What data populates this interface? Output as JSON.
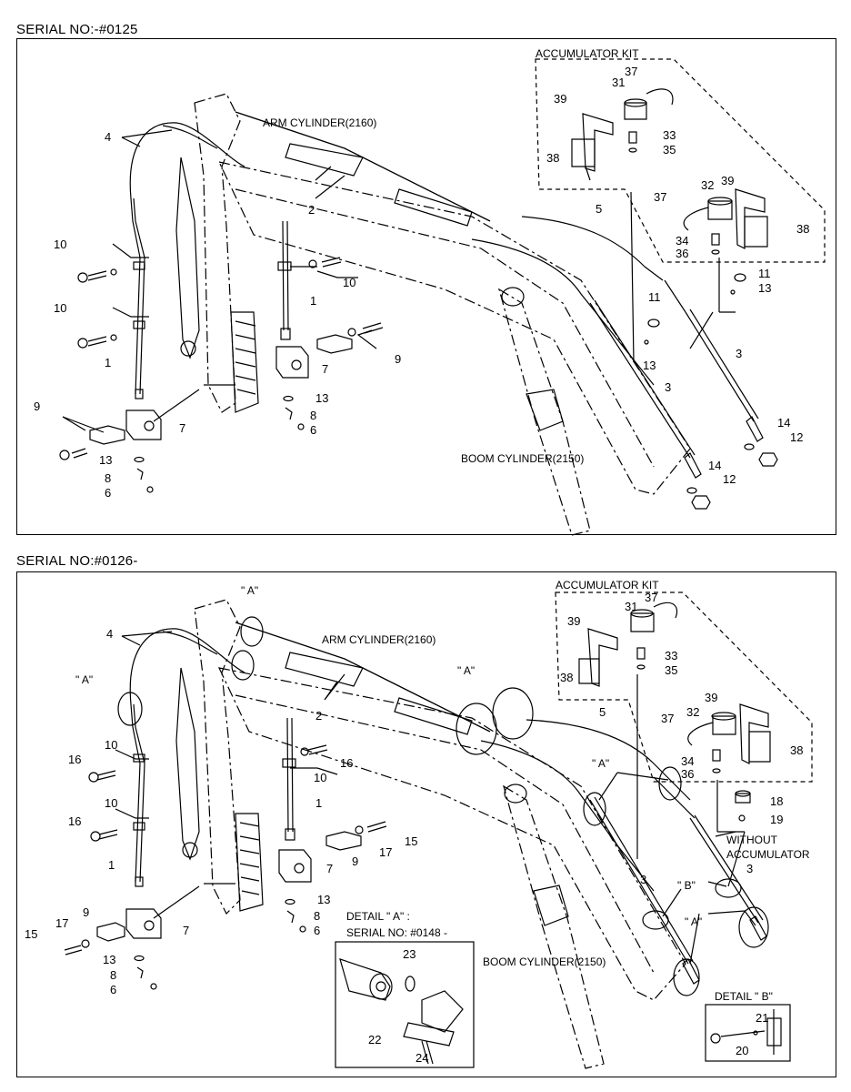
{
  "top": {
    "serial": "SERIAL NO:-#0125",
    "kit_title": "ACCUMULATOR KIT",
    "arm_cylinder": "ARM CYLINDER(2160)",
    "boom_cylinder": "BOOM CYLINDER(2150)",
    "callouts": [
      "37",
      "31",
      "39",
      "33",
      "35",
      "38",
      "39",
      "32",
      "37",
      "38",
      "34",
      "36",
      "11",
      "13",
      "11",
      "13",
      "3",
      "14",
      "12",
      "14",
      "12",
      "3",
      "5",
      "2",
      "4",
      "10",
      "10",
      "1",
      "1",
      "10",
      "9",
      "7",
      "9",
      "13",
      "8",
      "6",
      "7",
      "13",
      "8",
      "6"
    ]
  },
  "bottom": {
    "serial": "SERIAL NO:#0126-",
    "kit_title": "ACCUMULATOR KIT",
    "arm_cylinder": "ARM CYLINDER(2160)",
    "boom_cylinder": "BOOM CYLINDER(2150)",
    "without_accumulator_1": "WITHOUT",
    "without_accumulator_2": "ACCUMULATOR",
    "detail_a_title": "DETAIL \" A\" :",
    "detail_a_serial": "SERIAL NO: #0148 -",
    "detail_b_title": "DETAIL \" B\"",
    "marker_a": "\" A\"",
    "marker_b": "\" B\"",
    "callouts": [
      "37",
      "31",
      "39",
      "33",
      "35",
      "38",
      "39",
      "32",
      "37",
      "38",
      "34",
      "36",
      "18",
      "19",
      "3",
      "3",
      "5",
      "2",
      "4",
      "16",
      "16",
      "10",
      "10",
      "1",
      "1",
      "10",
      "16",
      "17",
      "15",
      "9",
      "7",
      "15",
      "17",
      "9",
      "7",
      "13",
      "8",
      "6",
      "13",
      "8",
      "6",
      "23",
      "22",
      "24",
      "21",
      "20"
    ]
  }
}
